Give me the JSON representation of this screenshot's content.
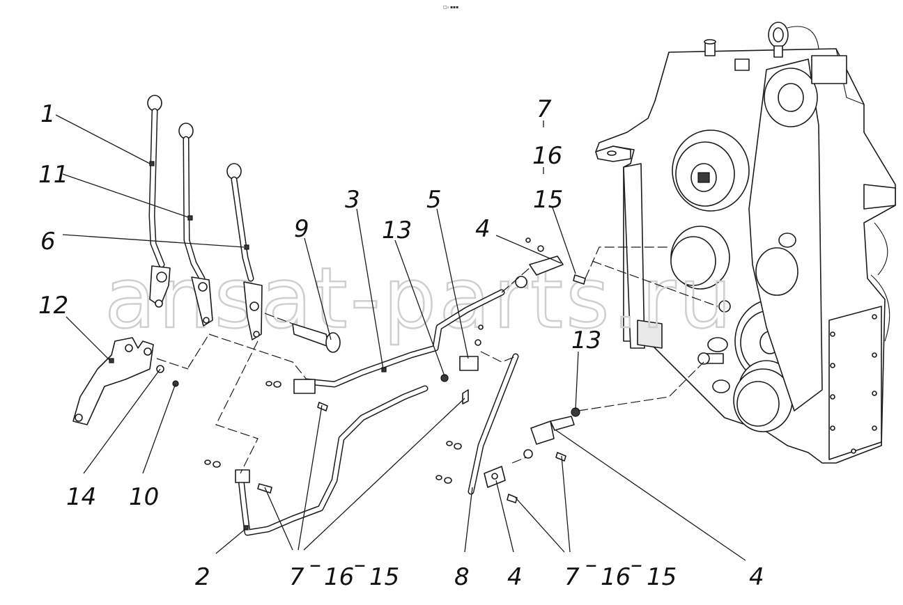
{
  "diagram": {
    "header_text": "□₀ ▪▪▪",
    "watermark": "ansat-parts.ru",
    "callouts": {
      "c1": "1",
      "c11": "11",
      "c6": "6",
      "c12": "12",
      "c14": "14",
      "c10": "10",
      "c9": "9",
      "c3": "3",
      "c13a": "13",
      "c5": "5",
      "c4a": "4",
      "c7top": "7",
      "c16top": "16",
      "c15top": "15",
      "c13b": "13",
      "c2": "2",
      "c7l": "7",
      "c16l": "16",
      "c15l": "15",
      "c8": "8",
      "c4b": "4",
      "c7r": "7",
      "c16r": "16",
      "c15r": "15",
      "c4c": "4",
      "sep_short": "–",
      "sep_bar": "|"
    }
  }
}
